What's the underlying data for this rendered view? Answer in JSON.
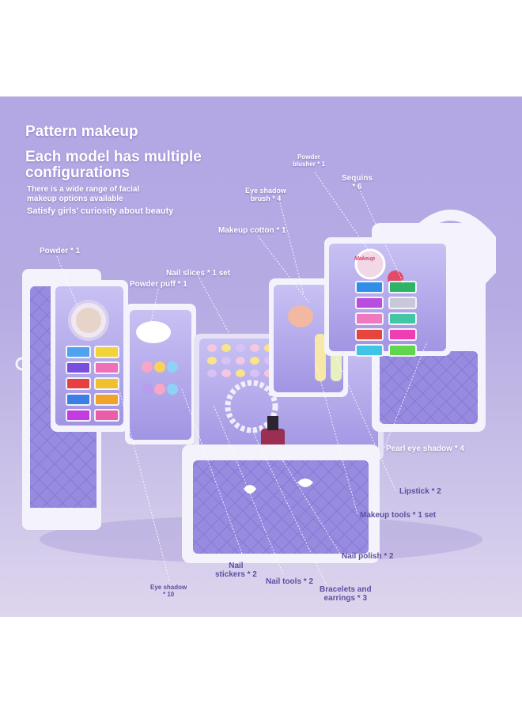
{
  "headline": {
    "title": "Pattern makeup",
    "subtitle_line1": "Each model has multiple",
    "subtitle_line2": "configurations",
    "desc_line1": "There is a wide range of facial",
    "desc_line2": "makeup options available",
    "desc_line3": "Satisfy girls' curiosity about beauty"
  },
  "brand_on_box": "Makeup",
  "labels": {
    "powder_blusher_line1": "Powder",
    "powder_blusher_line2": "blusher * 1",
    "sequins_line1": "Sequins",
    "sequins_line2": "* 6",
    "eye_shadow_brush_line1": "Eye shadow",
    "eye_shadow_brush_line2": "brush * 4",
    "makeup_cotton": "Makeup cotton * 1",
    "powder": "Powder * 1",
    "nail_slices": "Nail slices * 1 set",
    "powder_puff": "Powder puff * 1",
    "pearl_eye_shadow": "Pearl eye shadow * 4",
    "lipstick": "Lipstick * 2",
    "makeup_tools": "Makeup tools * 1 set",
    "nail_polish": "Nail polish * 2",
    "nail_stickers_line1": "Nail",
    "nail_stickers_line2": "stickers * 2",
    "nail_tools": "Nail tools * 2",
    "bracelets_line1": "Bracelets and",
    "bracelets_line2": "earrings * 3",
    "eye_shadow_line1": "Eye shadow",
    "eye_shadow_line2": "* 10"
  },
  "colors": {
    "background": "#b5aae3",
    "case_purple": "#8f83d8",
    "case_light": "#c9c2f2",
    "frame_white": "#f4f2fb",
    "label_dark": "#5d4fa0"
  }
}
